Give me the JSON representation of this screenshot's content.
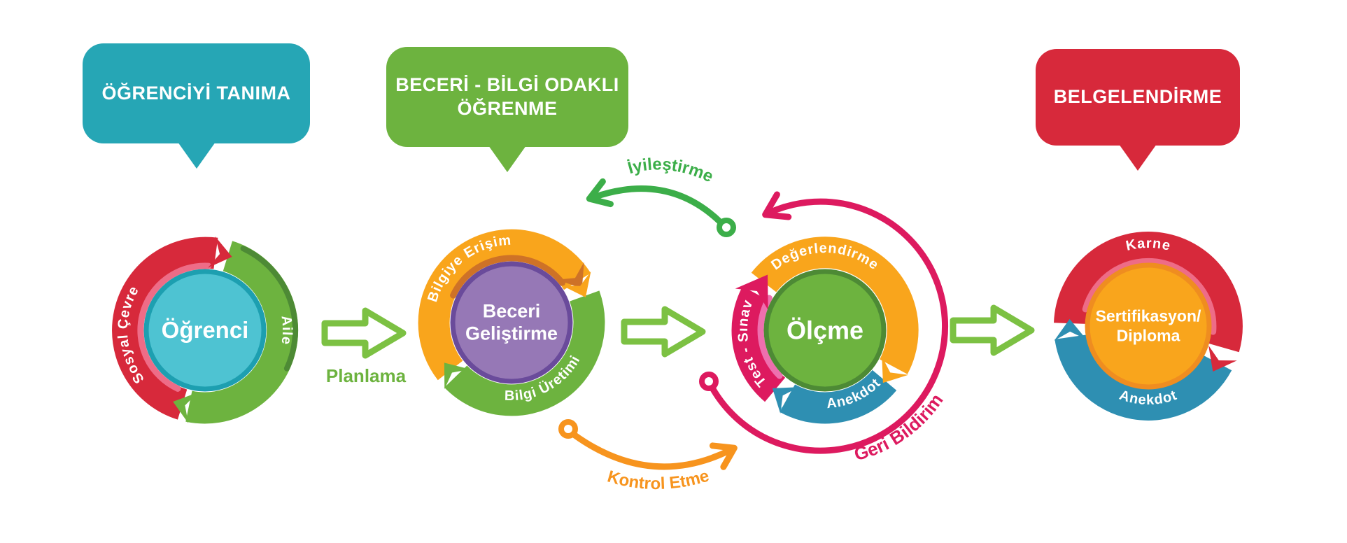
{
  "diagram": {
    "callouts": [
      {
        "id": "ogrenciyi-tanima",
        "label": "ÖĞRENCİYİ TANIMA"
      },
      {
        "id": "beceri-bilgi-odakli-ogrenme",
        "label": "BECERİ - BİLGİ ODAKLI\nÖĞRENME"
      },
      {
        "id": "belgelendirme",
        "label": "BELGELENDİRME"
      }
    ],
    "stages": [
      {
        "id": "ogrenci",
        "center": "Öğrenci",
        "ring": [
          "Sosyal Çevre",
          "Aile"
        ]
      },
      {
        "id": "beceri-gelistirme",
        "center": "Beceri\nGeliştirme",
        "ring": [
          "Bilgiye Erişim",
          "Bilgi Üretimi"
        ]
      },
      {
        "id": "olcme",
        "center": "Ölçme",
        "ring": [
          "Değerlendirme",
          "Test - Sınav",
          "Anekdot"
        ]
      },
      {
        "id": "sertifikasyon-diploma",
        "center": "Sertifikasyon/\nDiploma",
        "ring": [
          "Karne",
          "Anekdot"
        ]
      }
    ],
    "flow": {
      "planlama": "Planlama",
      "iyilestirme": "İyileştirme",
      "kontrol_etme": "Kontrol Etme",
      "geri_bildirim": "Geri Bildirim"
    }
  },
  "colors": {
    "teal": "#26A6B5",
    "tealLight": "#4EC3D2",
    "tealDark": "#1D9FB0",
    "green": "#6DB33F",
    "greenDark": "#4D8A35",
    "greenArrow": "#7CC143",
    "greenCurve": "#3CAE49",
    "red": "#D7293B",
    "pinkAccent": "#EE6C87",
    "orange": "#F9A51C",
    "orangeDark": "#CE7227",
    "orangeOuter": "#DE8127",
    "orangeBorder": "#EF8D20",
    "orangeCurve": "#F7941E",
    "purple": "#9678B6",
    "purpleDark": "#6A4B9B",
    "magenta": "#DD1A5F",
    "magentaLight": "#EE6FAE",
    "blue": "#2E8FB2",
    "blueLight": "#7ED0E4"
  }
}
